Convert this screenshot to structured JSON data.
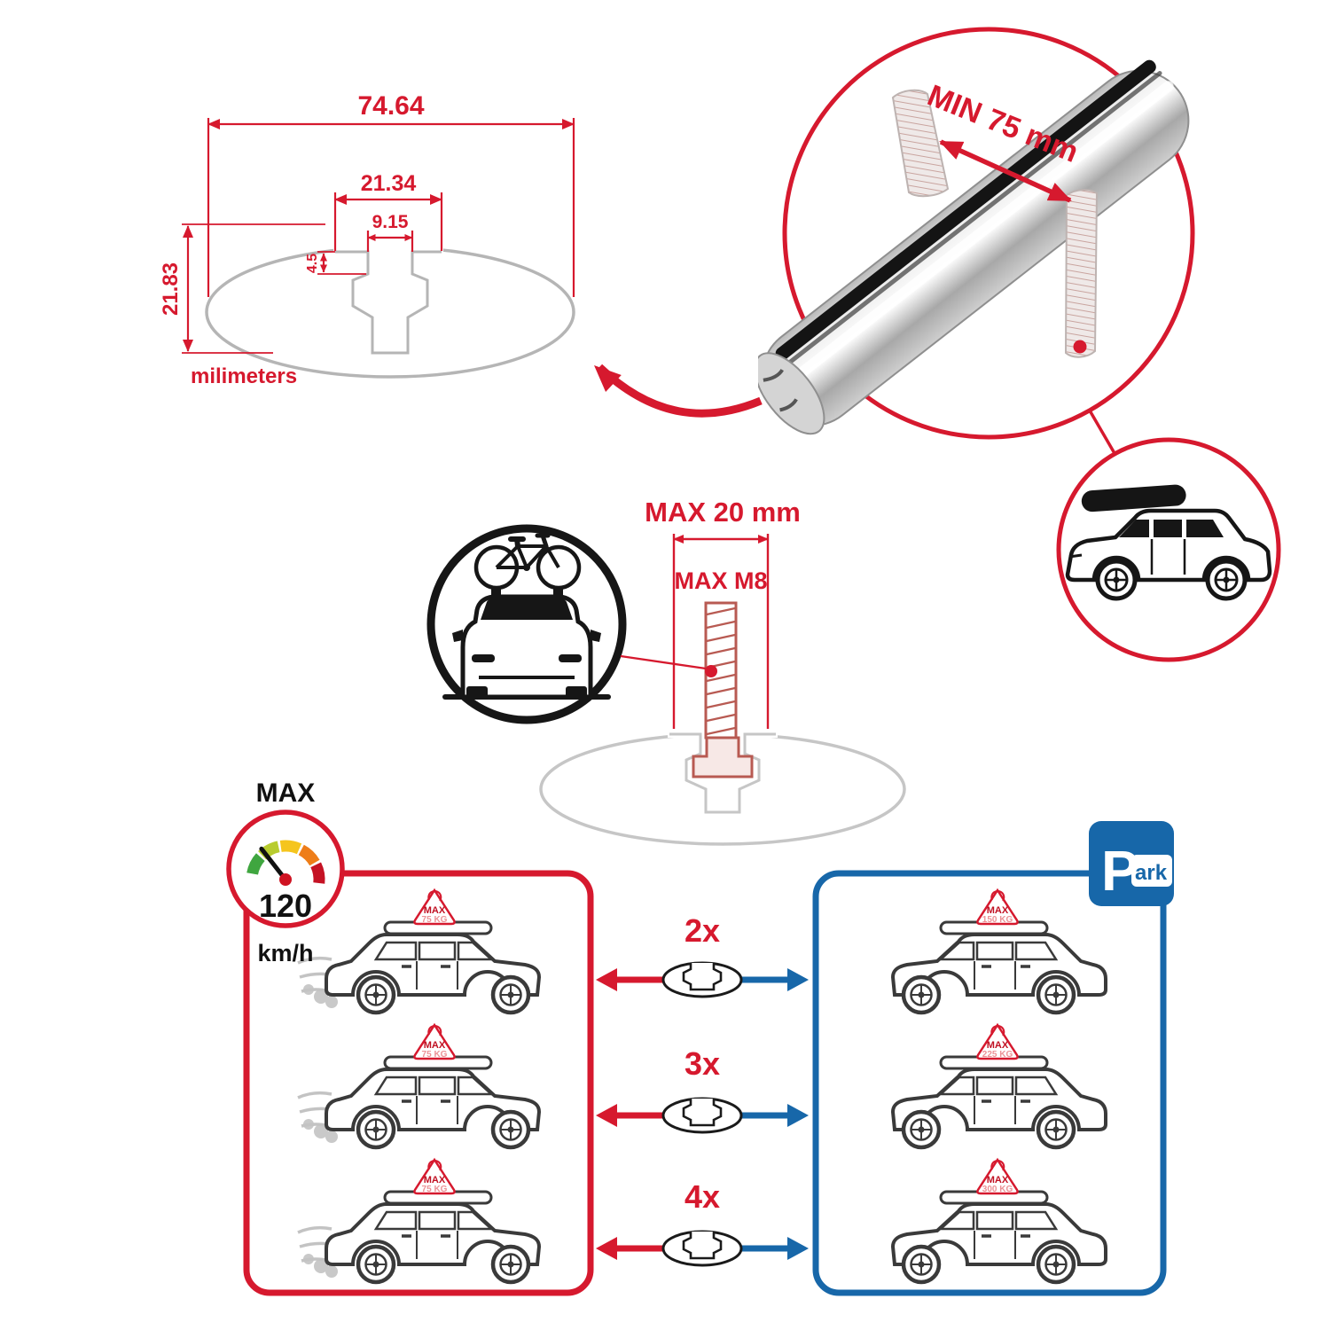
{
  "colors": {
    "red": "#d6192e",
    "blue": "#1767a9",
    "gray": "#b5b5b5",
    "black": "#161616"
  },
  "cross_section": {
    "dim_total_width": "74.64",
    "dim_slot_outer": "21.34",
    "dim_slot_inner": "9.15",
    "dim_lip": "4.5",
    "dim_height": "21.83",
    "units": "milimeters"
  },
  "bar_detail": {
    "min_clamp": "MIN 75 mm"
  },
  "bolt": {
    "max_width": "MAX 20 mm",
    "max_thread": "MAX M8"
  },
  "speed_gauge": {
    "label": "MAX",
    "value": "120",
    "unit": "km/h"
  },
  "parking_sign": {
    "p": "P",
    "ark": "ark"
  },
  "driving_panel": {
    "cars": [
      {
        "max": "MAX",
        "kg": "75 KG"
      },
      {
        "max": "MAX",
        "kg": "75 KG"
      },
      {
        "max": "MAX",
        "kg": "75 KG"
      }
    ]
  },
  "parked_panel": {
    "cars": [
      {
        "max": "MAX",
        "kg": "150 KG"
      },
      {
        "max": "MAX",
        "kg": "225 KG"
      },
      {
        "max": "MAX",
        "kg": "300 KG"
      }
    ]
  },
  "multipliers": [
    {
      "label": "2x"
    },
    {
      "label": "3x"
    },
    {
      "label": "4x"
    }
  ]
}
